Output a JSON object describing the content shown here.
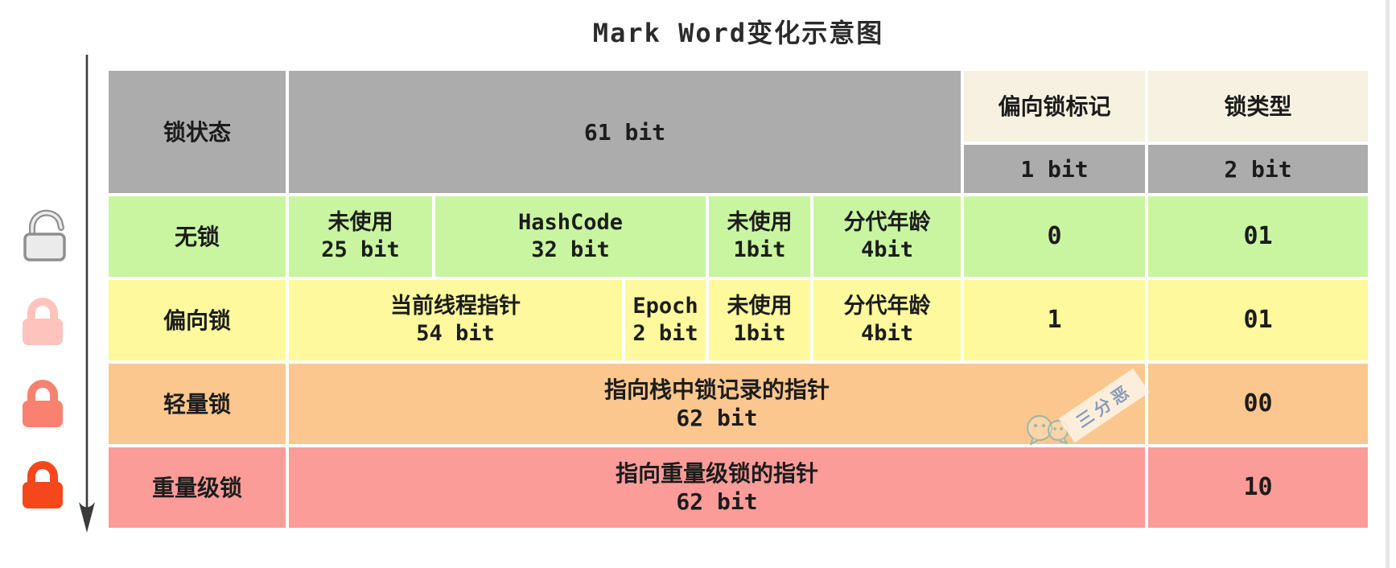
{
  "title": "Mark Word变化示意图",
  "table": {
    "header": {
      "lock_state": "锁状态",
      "bits_61": "61 bit",
      "bias_mark": "偏向锁标记",
      "bias_mark_bits": "1 bit",
      "lock_type": "锁类型",
      "lock_type_bits": "2 bit"
    },
    "rows": [
      {
        "state": "无锁",
        "fields": [
          {
            "label": "未使用",
            "bits": "25 bit"
          },
          {
            "label": "HashCode",
            "bits": "32 bit"
          },
          {
            "label": "未使用",
            "bits": "1bit"
          },
          {
            "label": "分代年龄",
            "bits": "4bit"
          }
        ],
        "bias_mark": "0",
        "lock_type": "01"
      },
      {
        "state": "偏向锁",
        "fields": [
          {
            "label": "当前线程指针",
            "bits": "54 bit"
          },
          {
            "label": "Epoch",
            "bits": "2 bit"
          },
          {
            "label": "未使用",
            "bits": "1bit"
          },
          {
            "label": "分代年龄",
            "bits": "4bit"
          }
        ],
        "bias_mark": "1",
        "lock_type": "01"
      },
      {
        "state": "轻量锁",
        "pointer": {
          "label": "指向栈中锁记录的指针",
          "bits": "62 bit"
        },
        "lock_type": "00"
      },
      {
        "state": "重量级锁",
        "pointer": {
          "label": "指向重量级锁的指针",
          "bits": "62 bit"
        },
        "lock_type": "10"
      }
    ]
  },
  "left_rail": {
    "arrow_direction": "down",
    "locks": [
      "unlocked-gray",
      "locked-pink",
      "locked-salmon",
      "locked-red"
    ]
  },
  "watermark": {
    "text": "三分恶",
    "icon": "wechat-chat-bubbles"
  },
  "colors": {
    "header_gray": "#ACACAC",
    "header_cream": "#F6F1E0",
    "row_no_lock_green": "#C9F5A1",
    "row_biased_yellow": "#FDF99C",
    "row_lightweight_orange": "#FBC78E",
    "row_heavyweight_red": "#FB9C99",
    "lock_open_gray": "#8F8F8F",
    "lock_pink": "#FFC3BD",
    "lock_salmon": "#F98170",
    "lock_red": "#F4481C",
    "arrow": "#3A3A3A",
    "watermark_text": "#8B9CBA"
  }
}
